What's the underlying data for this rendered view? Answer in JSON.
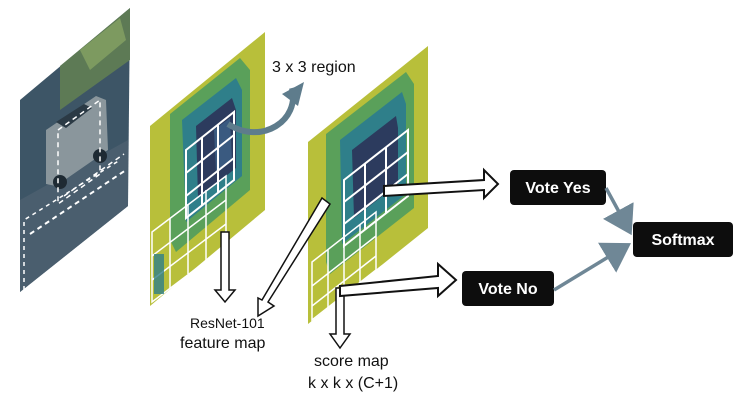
{
  "labels": {
    "region": "3 x 3 region",
    "backbone_line1": "ResNet-101",
    "backbone_line2": "feature map",
    "score_line1": "score map",
    "score_line2": "k x k x (C+1)"
  },
  "boxes": {
    "vote_yes": "Vote Yes",
    "vote_no": "Vote No",
    "softmax": "Softmax"
  },
  "colors": {
    "map_yellow": "#b8bf3a",
    "map_green": "#5aa05a",
    "map_teal": "#2f7f8a",
    "map_dark": "#2c3b5e",
    "box_fill": "#0d0d0d",
    "connector": "#6f8796"
  },
  "icons": {
    "photo": "street-scene-car-image"
  }
}
